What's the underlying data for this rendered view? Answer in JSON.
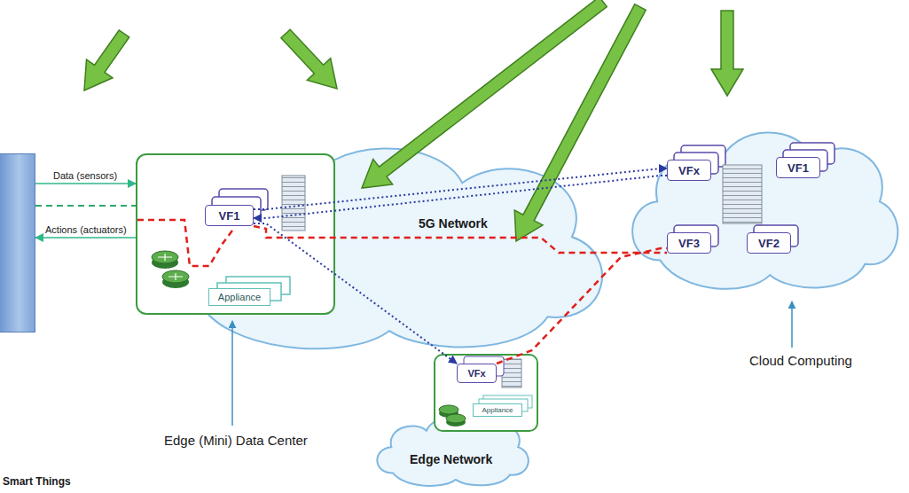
{
  "diagram": {
    "nodes": [
      {
        "text": [
          "Smart Things"
        ]
      },
      {
        "text": [
          "5G Network"
        ]
      },
      {
        "text": [
          "Edge (Mini) Data Center"
        ]
      },
      {
        "text": [
          "VF1"
        ],
        "in": 2
      },
      {
        "text": [
          "Appliance"
        ],
        "in": 2
      },
      {
        "text": [
          "Edge Network"
        ]
      },
      {
        "text": [
          "VFx"
        ]
      },
      {
        "text": [
          "Appliance"
        ]
      },
      {
        "text": [
          "Cloud Computing"
        ]
      },
      {
        "text": [
          "VFx"
        ],
        "in": 8
      },
      {
        "text": [
          "VF1"
        ],
        "in": 8
      },
      {
        "text": [
          "VF3"
        ],
        "in": 8
      },
      {
        "text": [
          "VF2"
        ],
        "in": 8
      }
    ],
    "edges": [
      {
        "from": 0,
        "to": 2,
        "arrow": "to",
        "label": "Data (sensors)"
      },
      {
        "from": 2,
        "to": 0,
        "arrow": "to",
        "label": "Actions (actuators)"
      },
      {
        "from": 3,
        "to": 9,
        "arrow": "to"
      },
      {
        "from": 9,
        "to": 3,
        "arrow": "to"
      },
      {
        "from": 3,
        "to": 6,
        "arrow": "to"
      },
      {
        "from": 3,
        "to": 11,
        "arrow": "none"
      },
      {
        "from": 6,
        "to": 11,
        "arrow": "none"
      }
    ]
  }
}
